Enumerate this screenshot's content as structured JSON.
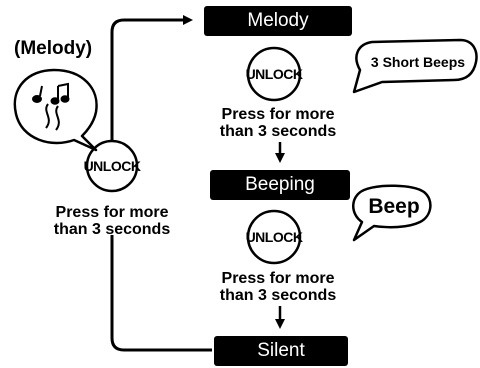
{
  "modes": {
    "melody": "Melody",
    "beeping": "Beeping",
    "silent": "Silent"
  },
  "melody_heading": "(Melody)",
  "unlock_button_label": "UNLOCK",
  "instruction": {
    "line1": "Press for more",
    "line2": "than 3 seconds"
  },
  "callouts": {
    "short_beeps": "3 Short Beeps",
    "beep": "Beep"
  },
  "icons": {
    "melody_notes": "music-notes-icon"
  },
  "colors": {
    "box_fill": "#000000",
    "box_text": "#ffffff",
    "line": "#000000"
  }
}
